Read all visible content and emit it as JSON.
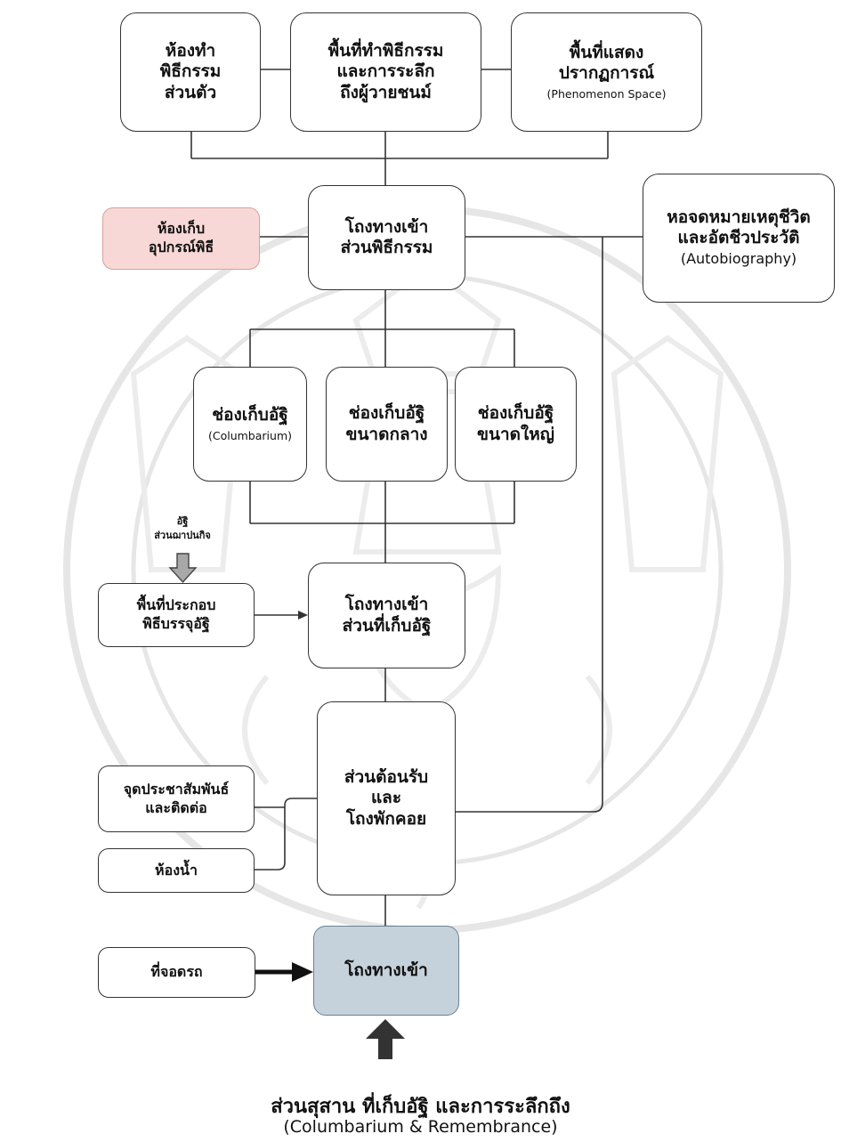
{
  "colors": {
    "equipment_room_fill": "#f8d8d6",
    "equipment_room_border": "#d7a19c",
    "entrance_fill": "#c5d2dc",
    "entrance_border": "#6b8193",
    "line": "#333333"
  },
  "nodes": {
    "private_ritual_room": {
      "label": "ห้องทำ\nพิธีกรรม\nส่วนตัว"
    },
    "ritual_space": {
      "label": "พื้นที่ทำพิธีกรรม\nและการระลึก\nถึงผู้วายชนม์"
    },
    "phenomenon_space": {
      "label": "พื้นที่แสดง\nปรากฏการณ์",
      "sub": "(Phenomenon Space)"
    },
    "ritual_hall": {
      "label": "โถงทางเข้า\nส่วนพิธีกรรม"
    },
    "equipment_room": {
      "label": "ห้องเก็บ\nอุปกรณ์พิธี"
    },
    "autobiography_hall": {
      "label": "หอจดหมายเหตุชีวิต\nและอัตชีวประวัติ",
      "sub": "(Autobiography)"
    },
    "columbarium_small": {
      "label": "ช่องเก็บอัฐิ",
      "sub": "(Columbarium)"
    },
    "columbarium_medium": {
      "label": "ช่องเก็บอัฐิ\nขนาดกลาง"
    },
    "columbarium_large": {
      "label": "ช่องเก็บอัฐิ\nขนาดใหญ่"
    },
    "interment_area": {
      "label": "พื้นที่ประกอบ\nพิธีบรรจุอัฐิ"
    },
    "columbarium_hall": {
      "label": "โถงทางเข้า\nส่วนที่เก็บอัฐิ"
    },
    "reception_lounge": {
      "label": "ส่วนต้อนรับ\nและ\nโถงพักคอย"
    },
    "pr_contact": {
      "label": "จุดประชาสัมพันธ์\nและติดต่อ"
    },
    "restroom": {
      "label": "ห้องน้ำ"
    },
    "parking": {
      "label": "ที่จอดรถ"
    },
    "entrance": {
      "label": "โถงทางเข้า"
    }
  },
  "notes": {
    "ashes_from_funeral": "อัฐิ\nส่วนฌาปนกิจ"
  },
  "footer": {
    "title": "ส่วนสุสาน ที่เก็บอัฐิ และการระลึกถึง",
    "subtitle": "(Columbarium & Remembrance)"
  }
}
